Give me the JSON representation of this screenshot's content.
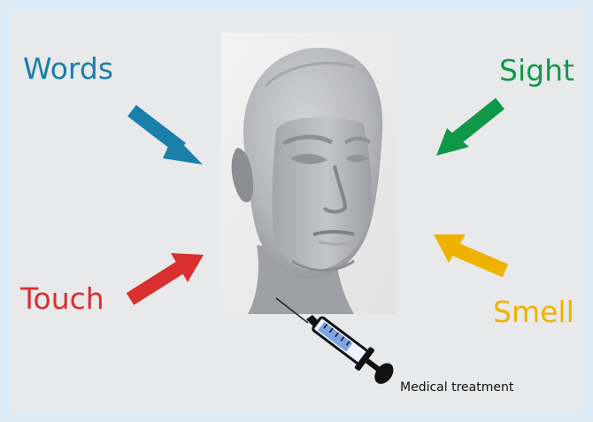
{
  "labels": {
    "words": "Words",
    "sight": "Sight",
    "touch": "Touch",
    "smell": "Smell",
    "medical": "Medical treatment"
  },
  "colors": {
    "words": "#1a7fab",
    "sight": "#10984a",
    "touch": "#d92f2f",
    "smell": "#efb200",
    "background": "#e8e9ea",
    "border": "#dcebf6"
  },
  "icons": {
    "head": "mannequin-head-icon",
    "syringe": "syringe-icon"
  }
}
